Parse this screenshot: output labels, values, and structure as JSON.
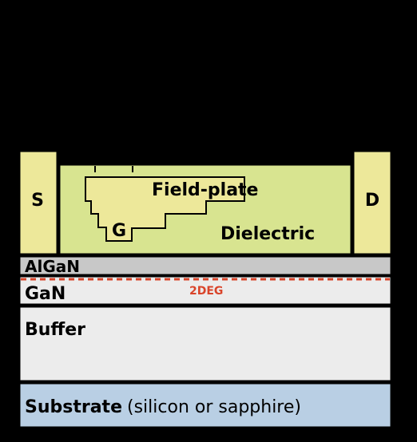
{
  "diagram": {
    "source_label": "S",
    "drain_label": "D",
    "gate_label": "G",
    "field_plate_label": "Field-plate",
    "dielectric_label": "Dielectric",
    "algan_label": "AlGaN",
    "twodeg_label": "2DEG",
    "gan_label": "GaN",
    "buffer_label": "Buffer",
    "substrate_label": "Substrate",
    "substrate_note": "(silicon or sapphire)"
  },
  "colors": {
    "background": "#000000",
    "contact_fill": "#ede89a",
    "dielectric_fill": "#d8e490",
    "gate_fill": "#ede89a",
    "algan_fill": "#c8c8c8",
    "gan_fill": "#ececec",
    "buffer_fill": "#ececec",
    "substrate_fill": "#b9cfe4",
    "twodeg_color": "#d9442a",
    "outline": "#000000"
  }
}
